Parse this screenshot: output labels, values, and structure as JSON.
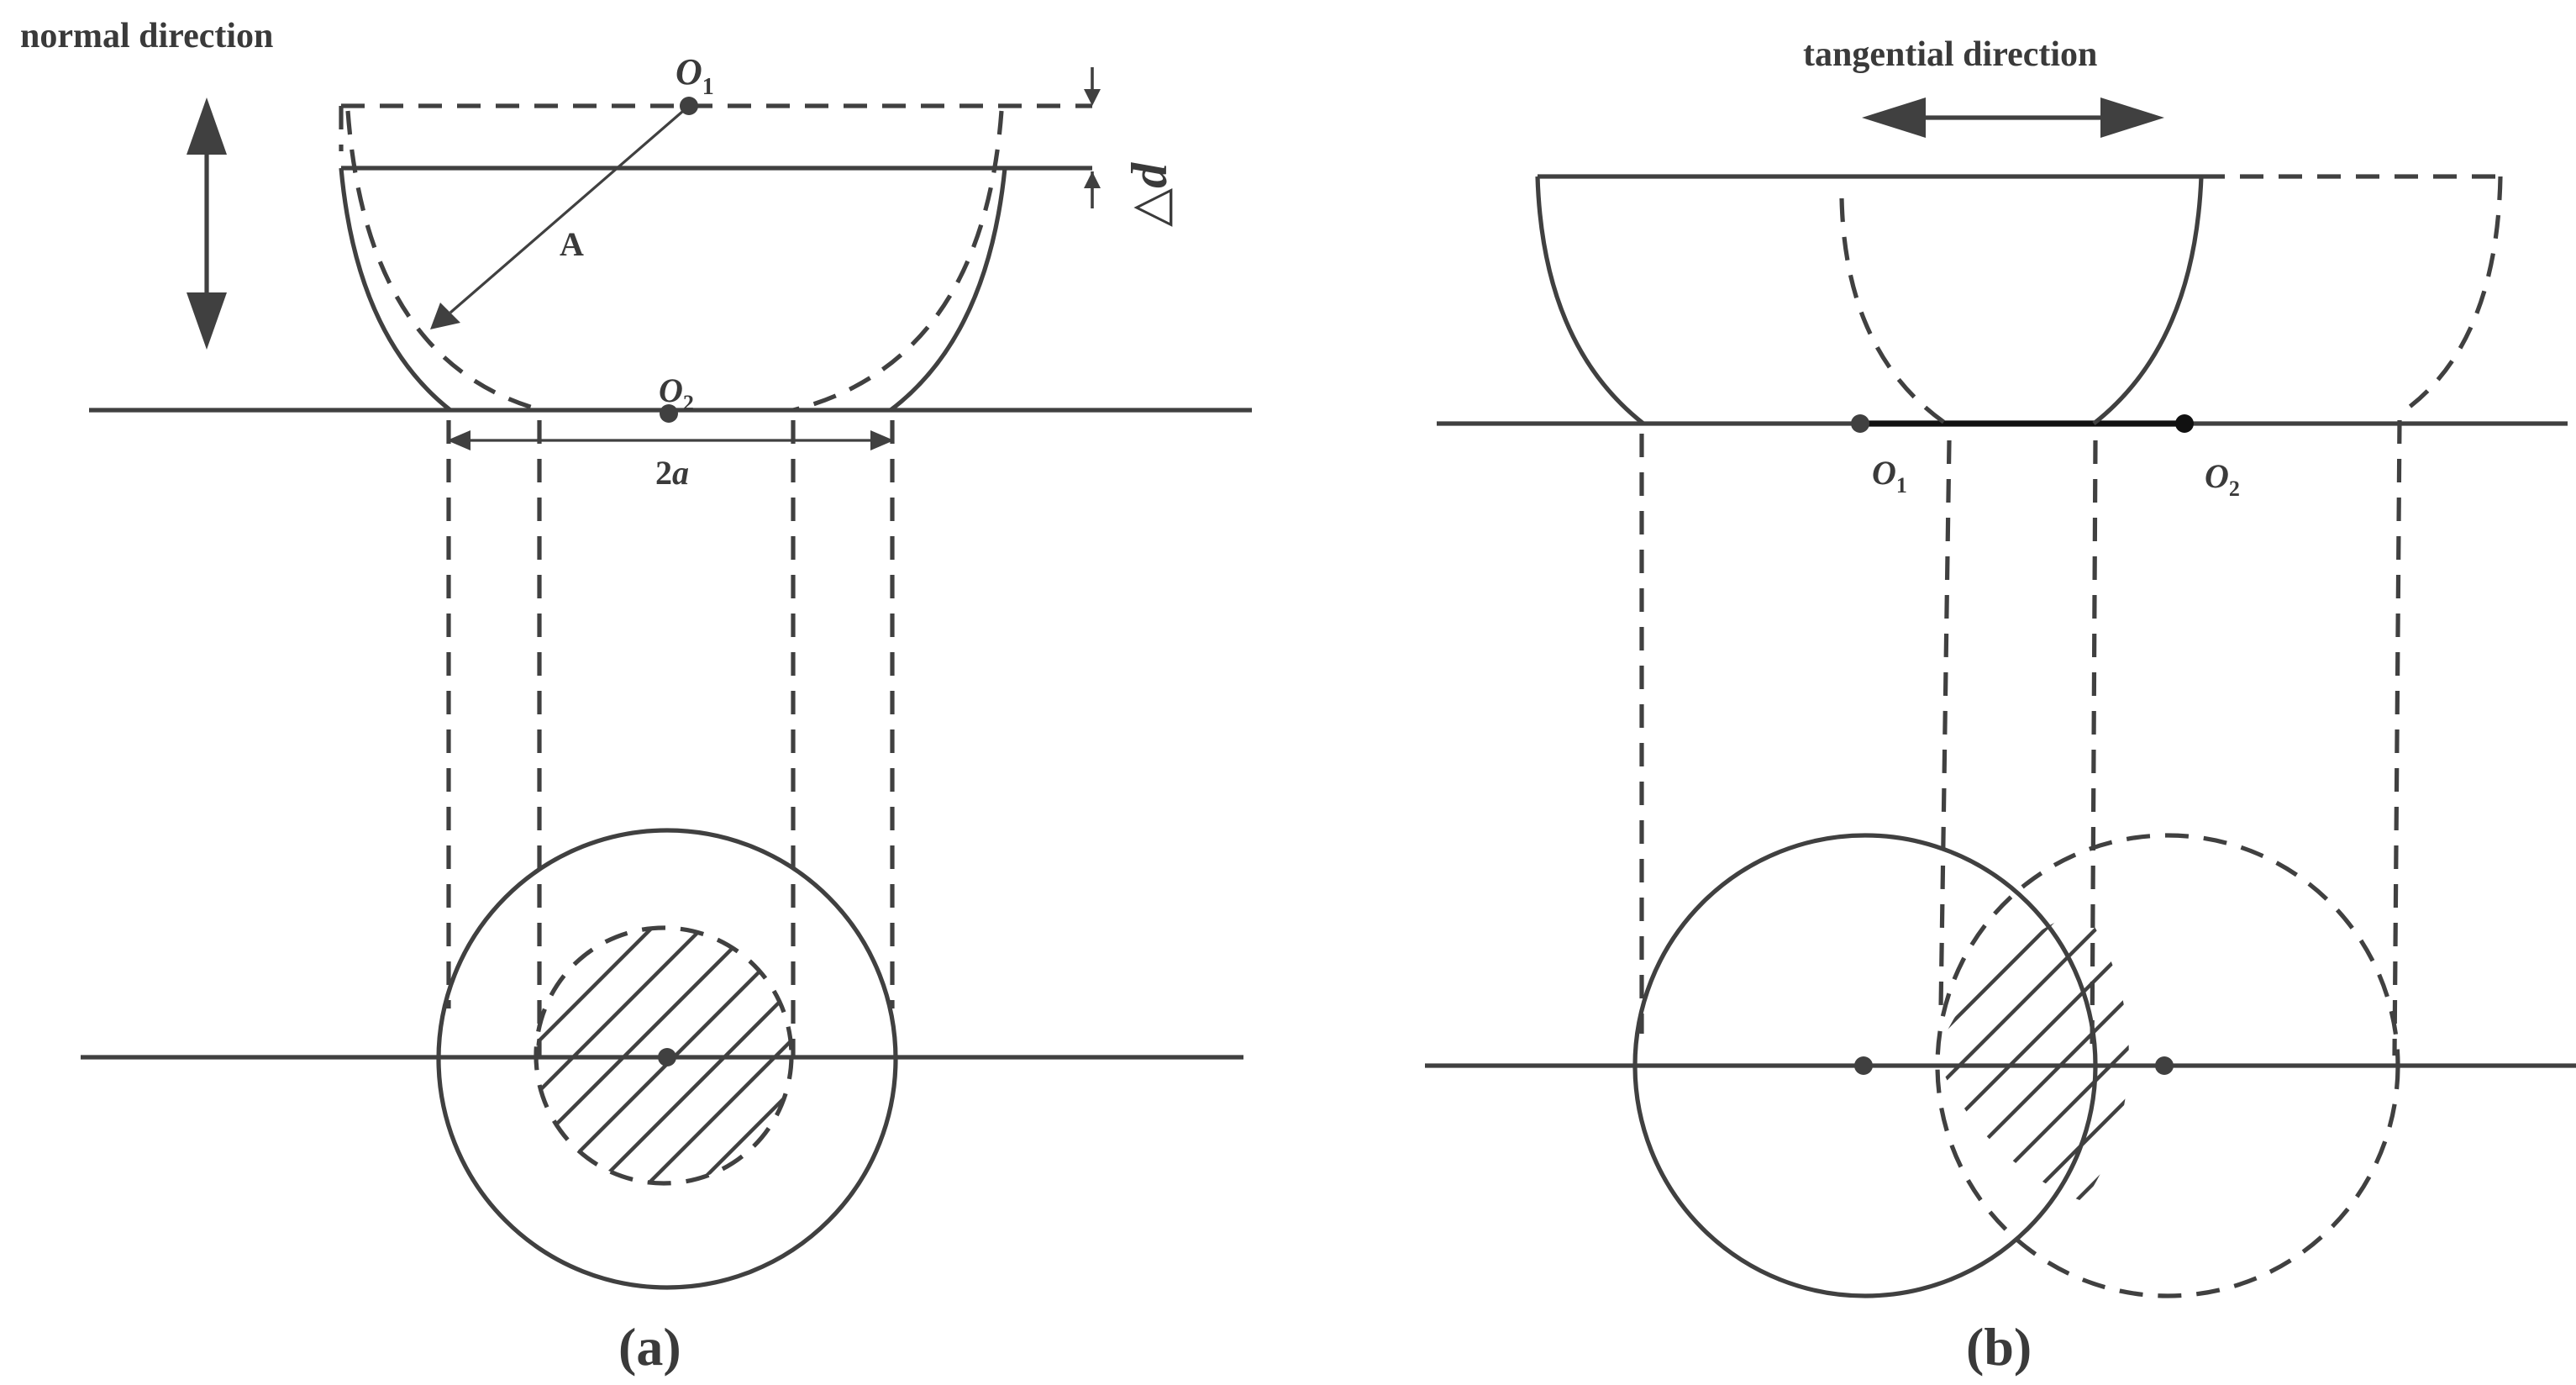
{
  "panel_a": {
    "direction_label": "normal direction",
    "center_top": "O",
    "center_top_sub": "1",
    "center_bottom": "O",
    "center_bottom_sub": "2",
    "radius_label": "A",
    "width_label_num": "2",
    "width_label_var": "a",
    "delta_symbol": "△",
    "delta_var": "d",
    "caption": "(a)"
  },
  "panel_b": {
    "direction_label": "tangential direction",
    "point_left": "O",
    "point_left_sub": "1",
    "point_right": "O",
    "point_right_sub": "2",
    "caption": "(b)"
  },
  "colors": {
    "stroke": "#404040",
    "text": "#3a3a3a",
    "background": "#ffffff"
  }
}
